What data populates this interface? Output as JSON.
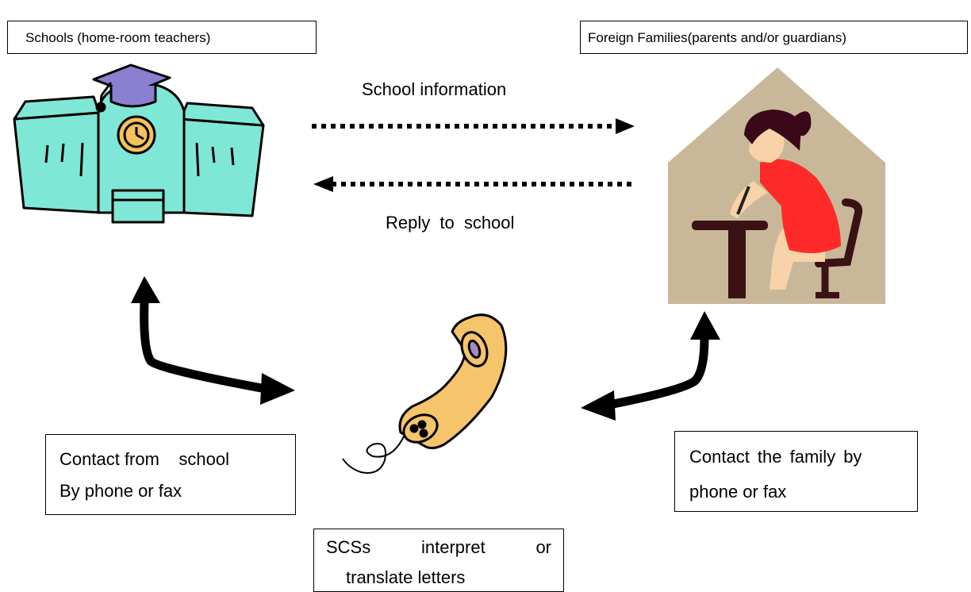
{
  "schools_box": {
    "label": "Schools (home-room teachers)"
  },
  "families_box": {
    "label": "Foreign Families(parents and/or guardians)"
  },
  "arrows": {
    "school_info_label": "School information",
    "reply_label": "Reply to school"
  },
  "contact_school_box": {
    "line1": "Contact from    school",
    "line2": "By phone or fax"
  },
  "contact_family_box": {
    "line1": "Contact the family by",
    "line2": "phone or fax"
  },
  "scs_box": {
    "line1_words": [
      "SCSs",
      "interpret",
      "or"
    ],
    "line2": "translate letters"
  },
  "colors": {
    "building": "#7fe7d6",
    "roof_cap": "#8a7fd1",
    "clock": "#f3c25a",
    "house": "#c8b899",
    "girl_shirt": "#ff2a2a",
    "hair": "#3a0818",
    "skin": "#f8d2a8",
    "desk": "#3a1214",
    "phone": "#f6c46a",
    "phone_button": "#a68ac8"
  },
  "icons": [
    "school-building-icon",
    "house-with-girl-studying-icon",
    "telephone-handset-icon"
  ]
}
